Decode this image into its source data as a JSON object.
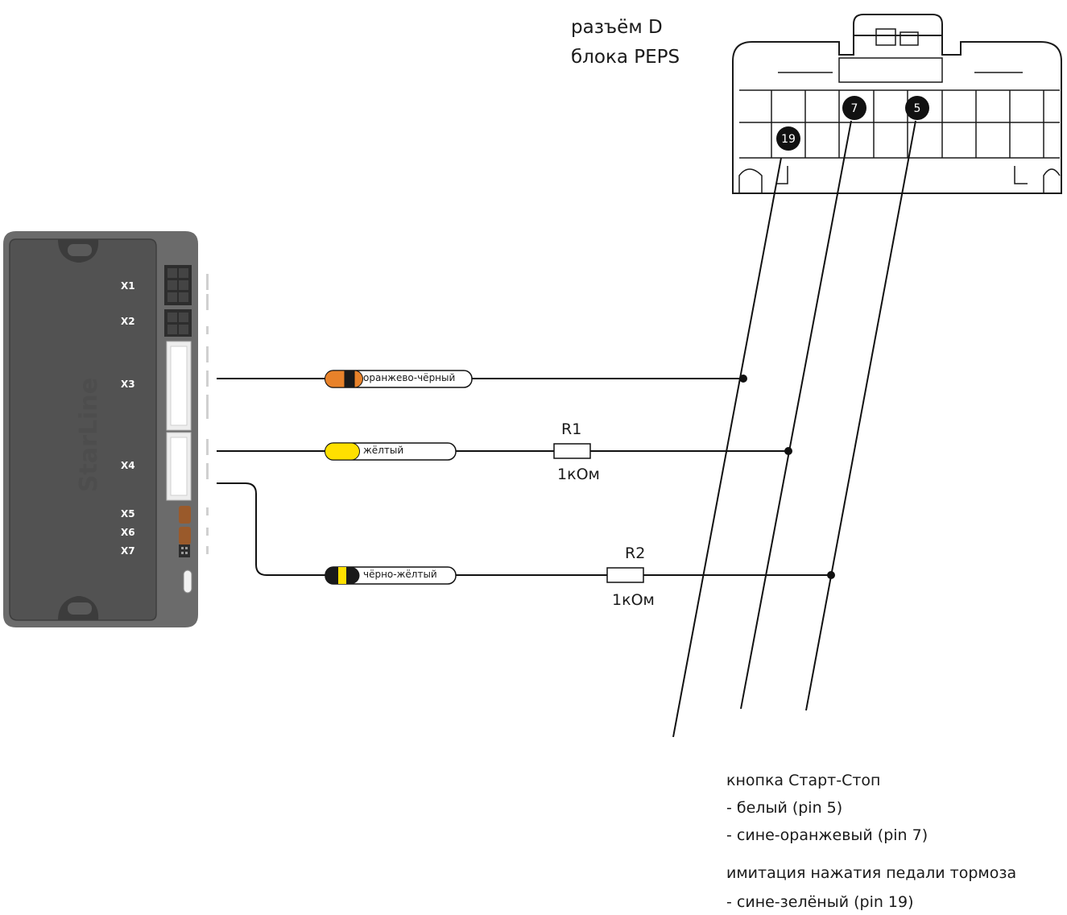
{
  "connector": {
    "title_line1": "разъём D",
    "title_line2": "блока PEPS",
    "pins": [
      "19",
      "7",
      "5"
    ]
  },
  "device": {
    "brand": "StarLine",
    "ports": [
      "X1",
      "X2",
      "X3",
      "X4",
      "X5",
      "X6",
      "X7"
    ]
  },
  "wires": [
    {
      "label": "оранжево-чёрный",
      "colors": [
        "#e8822a",
        "#1a1a1a"
      ]
    },
    {
      "label": "жёлтый",
      "colors": [
        "#ffe000"
      ]
    },
    {
      "label": "чёрно-жёлтый",
      "colors": [
        "#1a1a1a",
        "#ffe000"
      ]
    }
  ],
  "resistors": [
    {
      "name": "R1",
      "value": "1кОм"
    },
    {
      "name": "R2",
      "value": "1кОм"
    }
  ],
  "notes": {
    "start_stop_title": "кнопка Старт-Стоп",
    "start_stop_item1": " - белый (pin 5)",
    "start_stop_item2": " - сине-оранжевый (pin 7)",
    "brake_title": "имитация нажатия педали тормоза",
    "brake_item1": " - сине-зелёный (pin 19)"
  },
  "colors": {
    "device_body": "#5f5f5f",
    "device_face": "#4f4f4f",
    "wire": "#111111"
  }
}
